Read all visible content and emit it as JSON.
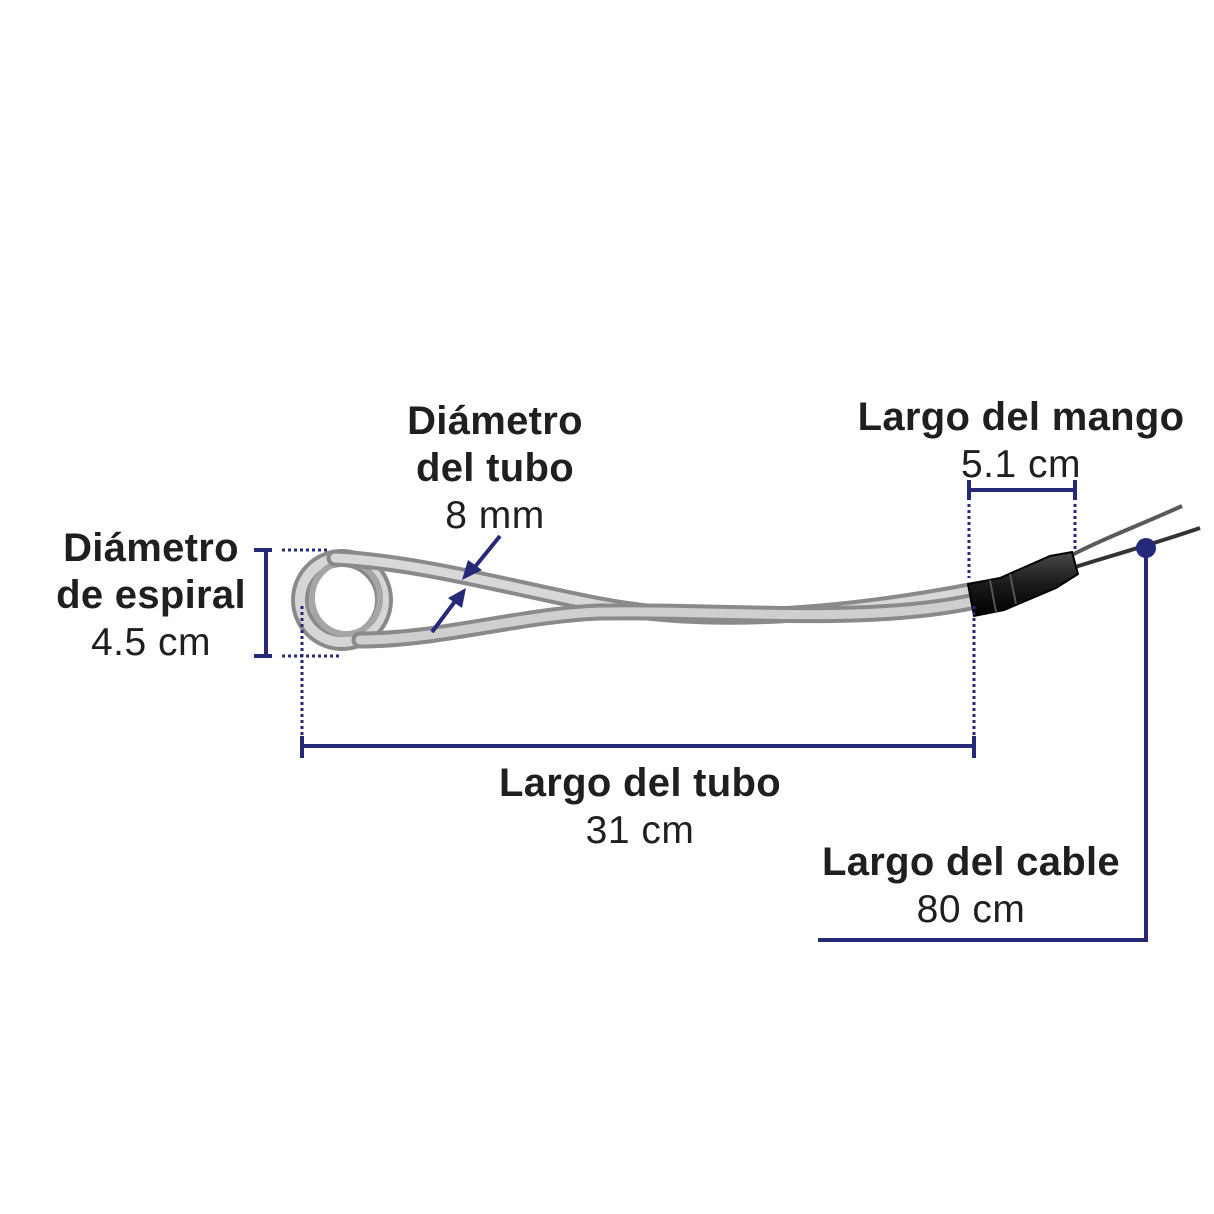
{
  "colors": {
    "dimension_line": "#262878",
    "text": "#1f1f1f",
    "tube": "#bdbdbd",
    "handle": "#2a2a2a",
    "cable": "#3a3a3a"
  },
  "labels": {
    "tube_diameter": {
      "line1": "Diámetro",
      "line2": "del tubo",
      "value": "8 mm"
    },
    "spiral_diameter": {
      "line1": "Diámetro",
      "line2": "de espiral",
      "value": "4.5 cm"
    },
    "handle_length": {
      "title": "Largo del mango",
      "value": "5.1 cm"
    },
    "tube_length": {
      "title": "Largo del tubo",
      "value": "31 cm"
    },
    "cable_length": {
      "title": "Largo del cable",
      "value": "80 cm"
    }
  }
}
